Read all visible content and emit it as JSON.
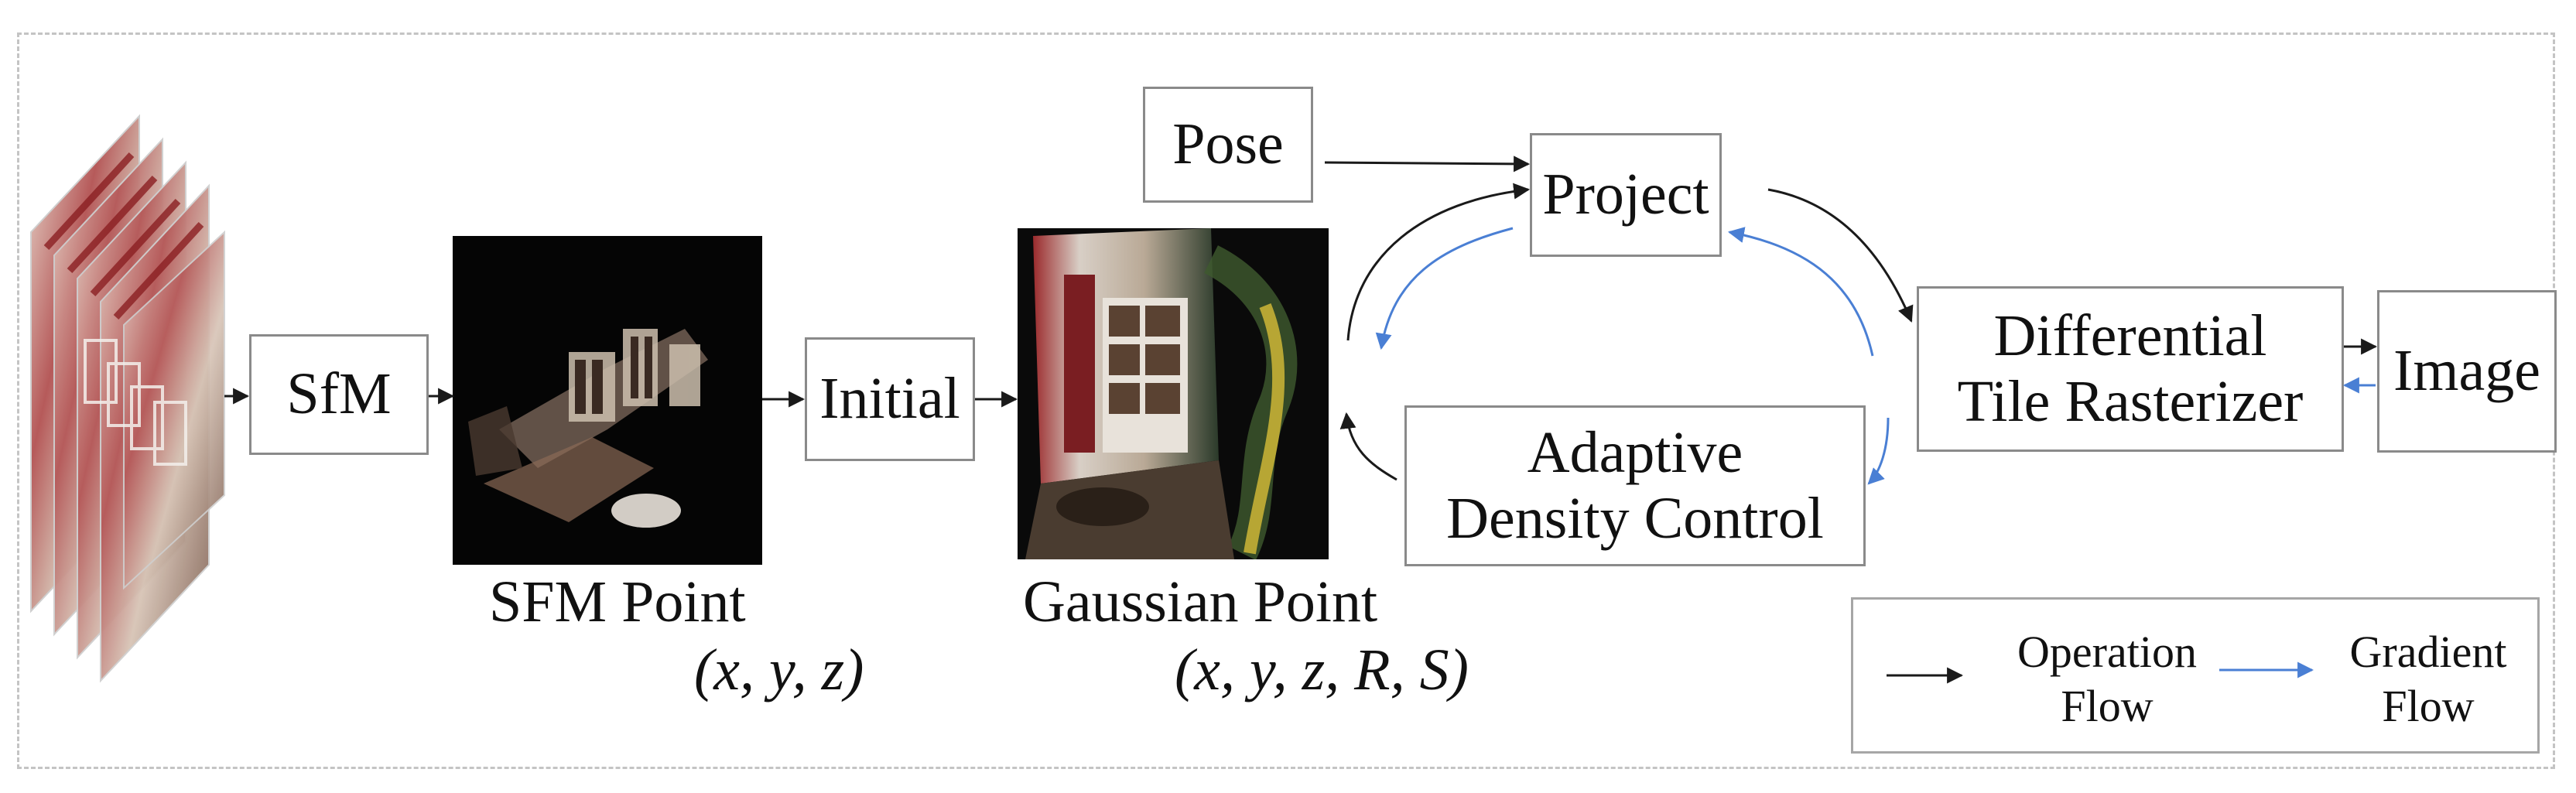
{
  "nodes": {
    "sfm": "SfM",
    "initial": "Initial",
    "pose": "Pose",
    "project": "Project",
    "rasterizer_line1": "Differential",
    "rasterizer_line2": "Tile Rasterizer",
    "image": "Image",
    "adc_line1": "Adaptive",
    "adc_line2": "Density Control"
  },
  "captions": {
    "sfm_point": "SFM Point",
    "sfm_point_coords": "(x, y, z)",
    "gaussian_point": "Gaussian Point",
    "gaussian_point_coords": "(x, y, z, R, S)"
  },
  "legend": {
    "operation_line1": "Operation",
    "operation_line2": "Flow",
    "gradient_line1": "Gradient",
    "gradient_line2": "Flow"
  },
  "colors": {
    "operation_flow": "#1a1a1a",
    "gradient_flow": "#4a7fd4",
    "box_border": "#8a8a8a"
  }
}
